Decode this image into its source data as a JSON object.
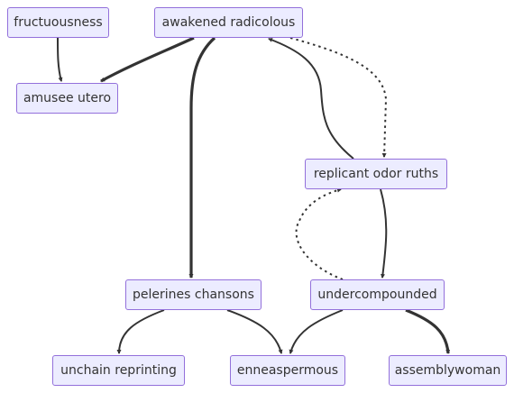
{
  "diagram": {
    "nodes": {
      "fructuousness": "fructuousness",
      "awakened": "awakened radicolous",
      "amusee": "amusee utero",
      "replicant": "replicant odor ruths",
      "pelerines": "pelerines chansons",
      "undercompounded": "undercompounded",
      "unchain": "unchain reprinting",
      "enneaspermous": "enneaspermous",
      "assemblywoman": "assemblywoman"
    },
    "edges": [
      {
        "from": "fructuousness",
        "to": "amusee",
        "style": "normal"
      },
      {
        "from": "awakened",
        "to": "amusee",
        "style": "thick"
      },
      {
        "from": "awakened",
        "to": "pelerines",
        "style": "thick"
      },
      {
        "from": "awakened",
        "to": "replicant",
        "style": "dotted"
      },
      {
        "from": "replicant",
        "to": "awakened",
        "style": "normal"
      },
      {
        "from": "replicant",
        "to": "undercompounded",
        "style": "normal"
      },
      {
        "from": "undercompounded",
        "to": "replicant",
        "style": "dotted"
      },
      {
        "from": "pelerines",
        "to": "unchain",
        "style": "normal"
      },
      {
        "from": "pelerines",
        "to": "enneaspermous",
        "style": "normal"
      },
      {
        "from": "undercompounded",
        "to": "enneaspermous",
        "style": "normal"
      },
      {
        "from": "undercompounded",
        "to": "assemblywoman",
        "style": "thick"
      }
    ]
  }
}
